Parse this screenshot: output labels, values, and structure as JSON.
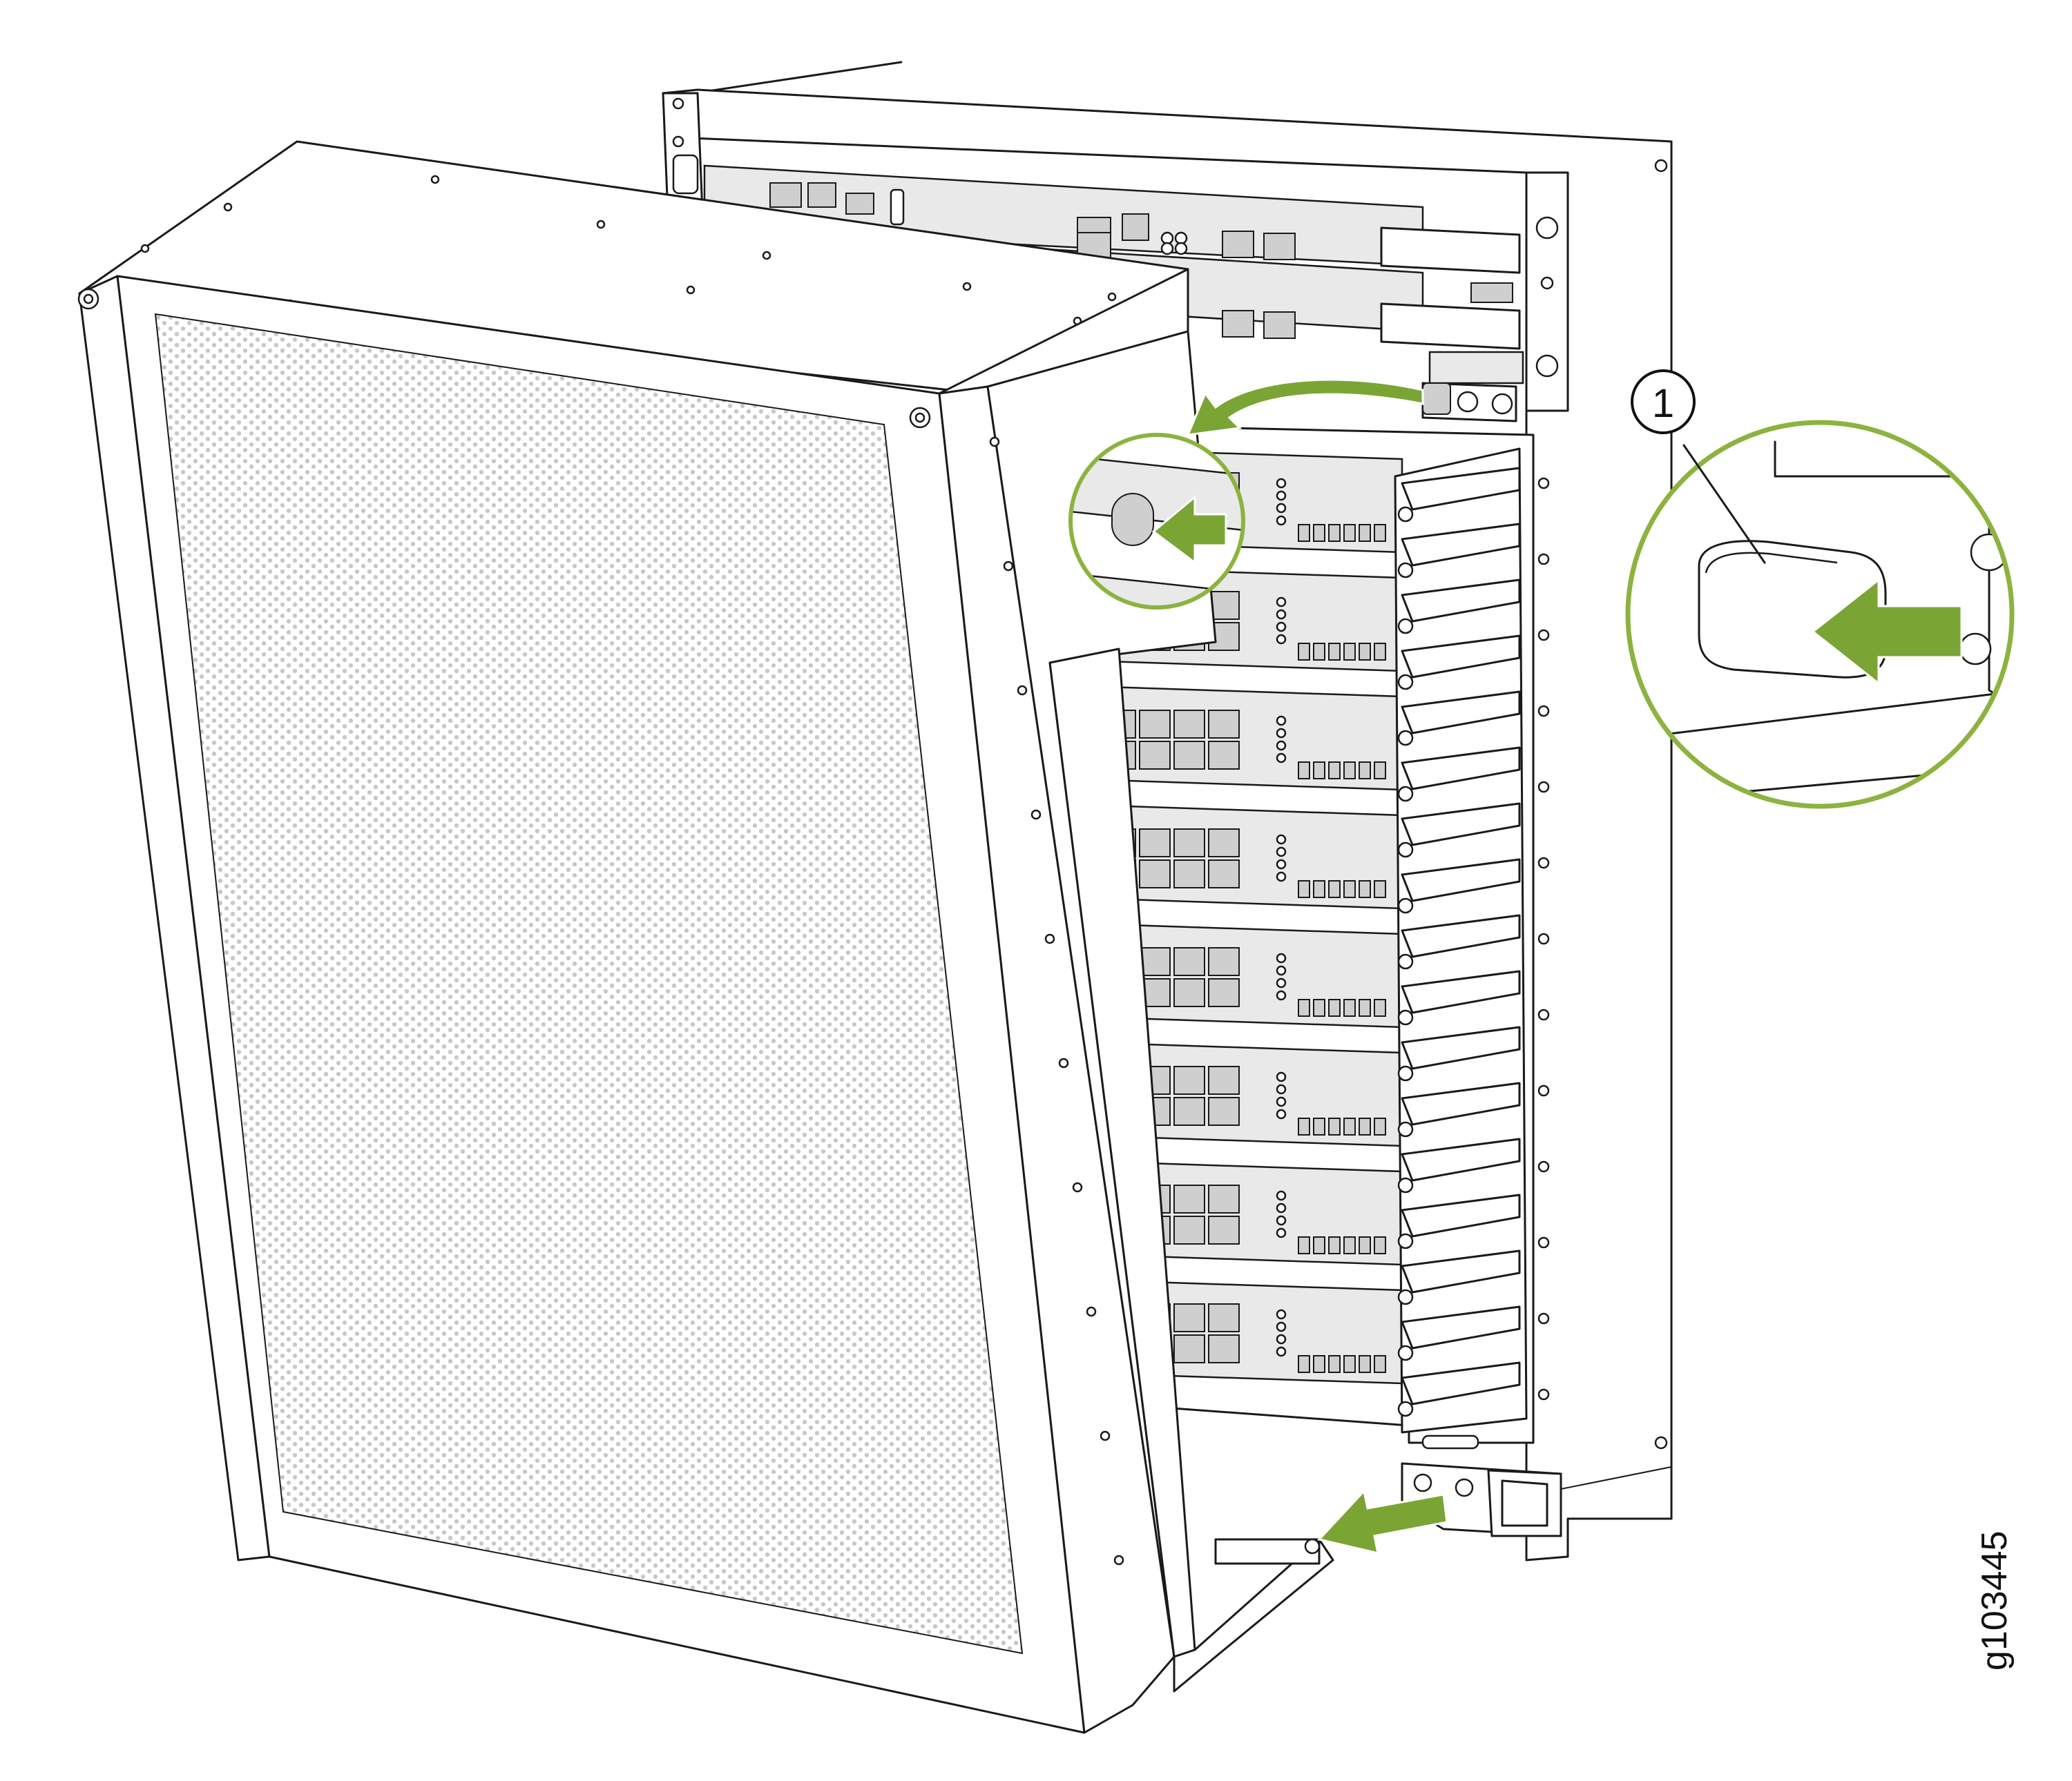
{
  "callouts": [
    {
      "number": "1",
      "target": "cover-latch-detail"
    }
  ],
  "figure_id": "g103445",
  "colors": {
    "accent_arrow": "#7aa535",
    "detail_circle": "#8cb33f",
    "line": "#1a1a1a",
    "perforation_fill": "#d6d6d6"
  },
  "icons": [
    "arrow-right-icon",
    "arrow-left-icon",
    "curved-arrow-icon",
    "push-arrow-icon"
  ]
}
